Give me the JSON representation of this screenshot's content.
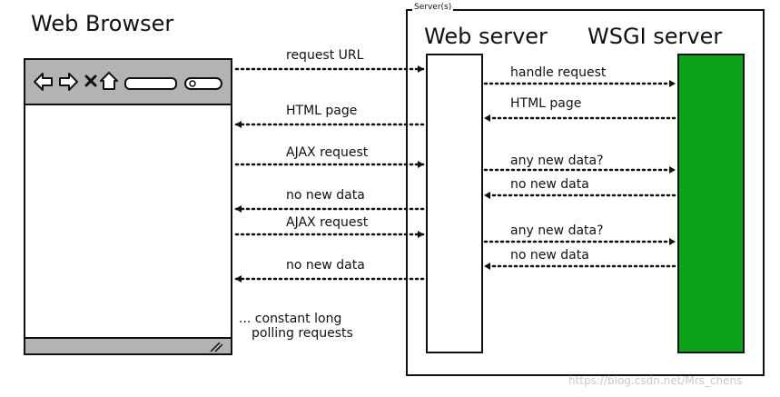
{
  "titles": {
    "browser": "Web Browser",
    "webserver": "Web server",
    "wsgi": "WSGI server",
    "servers": "Server(s)"
  },
  "colors": {
    "wsgi_fill": "#0ea11a",
    "bar_gray": "#b3b3b3"
  },
  "toolbar_icons": [
    "back-arrow-icon",
    "forward-arrow-icon",
    "close-icon",
    "home-icon",
    "address-bar",
    "search-bar"
  ],
  "messages": {
    "m1": "request URL",
    "m2": "HTML page",
    "m3": "AJAX request",
    "m4": "no new data",
    "m5": "AJAX request",
    "m6": "no new data",
    "s1": "handle request",
    "s2": "HTML page",
    "s3": "any new data?",
    "s4": "no new data",
    "s5": "any new data?",
    "s6": "no new data"
  },
  "note": {
    "line1": "... constant long",
    "line2": "polling requests"
  },
  "watermark": "https://blog.csdn.net/Mrs_chens"
}
